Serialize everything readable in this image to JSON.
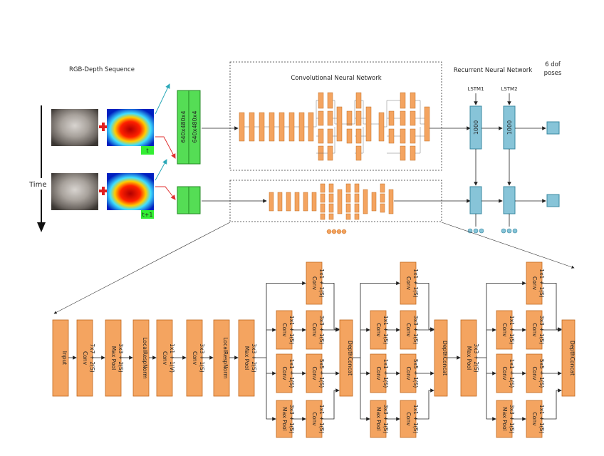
{
  "titles": {
    "rgb_depth": "RGB-Depth Sequence",
    "cnn": "Convolutional Neural Network",
    "rnn": "Recurrent Neural Network",
    "dof_line1": "6 dof",
    "dof_line2": "poses",
    "time": "Time"
  },
  "frames": {
    "t_label": "t",
    "t1_label": "t+1",
    "input_dim": "640x480x4"
  },
  "rnn": {
    "lstm1": "LSTM1",
    "lstm2": "LSTM2",
    "units": "1000"
  },
  "detail": {
    "input": "Input",
    "conv1": [
      "Conv",
      "7x7 + 2(S)"
    ],
    "pool1": [
      "Max Pool",
      "3x3 + 2(S)"
    ],
    "lrn1": "LocalRespNorm",
    "conv2": [
      "Conv",
      "1x1 + 1(V)"
    ],
    "conv3": [
      "Conv",
      "3x3 + 1(S)"
    ],
    "lrn2": "LocalRespNorm",
    "pool2": [
      "Max Pool",
      "3x3 + 2(S)"
    ],
    "inc1": {
      "c1": [
        "Conv",
        "1x1 + 1(S)"
      ],
      "r3": [
        "Conv",
        "1x1 + 1(S)"
      ],
      "c3": [
        "Conv",
        "3x3 + 1(S)"
      ],
      "r5": [
        "Conv",
        "1x1 + 1(S)"
      ],
      "c5": [
        "Conv",
        "5x5 + 1(S)"
      ],
      "pool": [
        "Max Pool",
        "3x3 + 1(S)"
      ],
      "pc": [
        "Conv",
        "1x1 + 1(S)"
      ],
      "concat": "DepthConcat"
    },
    "inc2": {
      "c1": [
        "Conv",
        "1x1 + 1(S)"
      ],
      "r3": [
        "Conv",
        "1x1 + 1(S)"
      ],
      "c3": [
        "Conv",
        "3x3 + 1(S)"
      ],
      "r5": [
        "Conv",
        "1x1 + 1(S)"
      ],
      "c5": [
        "Conv",
        "5x5 + 1(S)"
      ],
      "pool": [
        "Max Pool",
        "3x3 + 1(S)"
      ],
      "pc": [
        "Conv",
        "1x1 + 1(S)"
      ],
      "concat": "DepthConcat"
    },
    "pool3": [
      "Max Pool",
      "3x3 + 2(S)"
    ],
    "inc3": {
      "c1": [
        "Conv",
        "1x1 + 1(S)"
      ],
      "r3": [
        "Conv",
        "1x1 + 1(S)"
      ],
      "c3": [
        "Conv",
        "3x3 + 1(S)"
      ],
      "r5": [
        "Conv",
        "1x1 + 1(S)"
      ],
      "c5": [
        "Conv",
        "5x5 + 1(S)"
      ],
      "pool": [
        "Max Pool",
        "3x3 + 1(S)"
      ],
      "pc": [
        "Conv",
        "1x1 + 1(S)"
      ],
      "concat": "DepthConcat"
    }
  },
  "colors": {
    "layer_fill": "#f4a460",
    "layer_stroke": "#c06a20",
    "input_green": "#55dd55",
    "lstm_blue": "#87c4d8",
    "arrow_red": "#e03030",
    "arrow_teal": "#2aa8b8"
  }
}
